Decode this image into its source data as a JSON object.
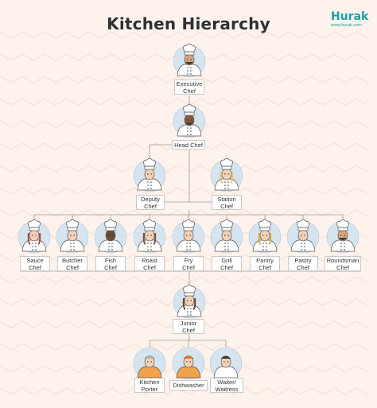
{
  "title": "Kitchen Hierarchy",
  "brand": {
    "name": "Hurak",
    "url": "www.hurak.com"
  },
  "roles": {
    "executive_chef": [
      "Executive",
      "Chef"
    ],
    "head_chef": [
      "Head Chef"
    ],
    "deputy_chef": [
      "Deputy",
      "Chef"
    ],
    "station_chef": [
      "Station",
      "Chef"
    ],
    "sauce_chef": [
      "Sauce",
      "Chef"
    ],
    "butcher_chef": [
      "Butcher",
      "Chef"
    ],
    "fish_chef": [
      "Fish",
      "Chef"
    ],
    "roast_chef": [
      "Roast",
      "Chef"
    ],
    "fry_chef": [
      "Fry",
      "Chef"
    ],
    "grill_chef": [
      "Grill",
      "Chef"
    ],
    "pantry_chef": [
      "Pantry",
      "Chef"
    ],
    "pastry_chef": [
      "Pastry",
      "Chef"
    ],
    "roundsman_chef": [
      "Roundsman",
      "Chef"
    ],
    "junior_chef": [
      "Junior",
      "Chef"
    ],
    "kitchen_porter": [
      "Kitchen",
      "Porter"
    ],
    "dishwasher": [
      "Dishwasher"
    ],
    "waiter_waitress": [
      "Waiter/",
      "Waitress"
    ]
  },
  "colors": {
    "background": "#fdf2ec",
    "circle": "#d6e4f0",
    "accent": "#1aa1a4",
    "line": "#9a9a9a"
  }
}
